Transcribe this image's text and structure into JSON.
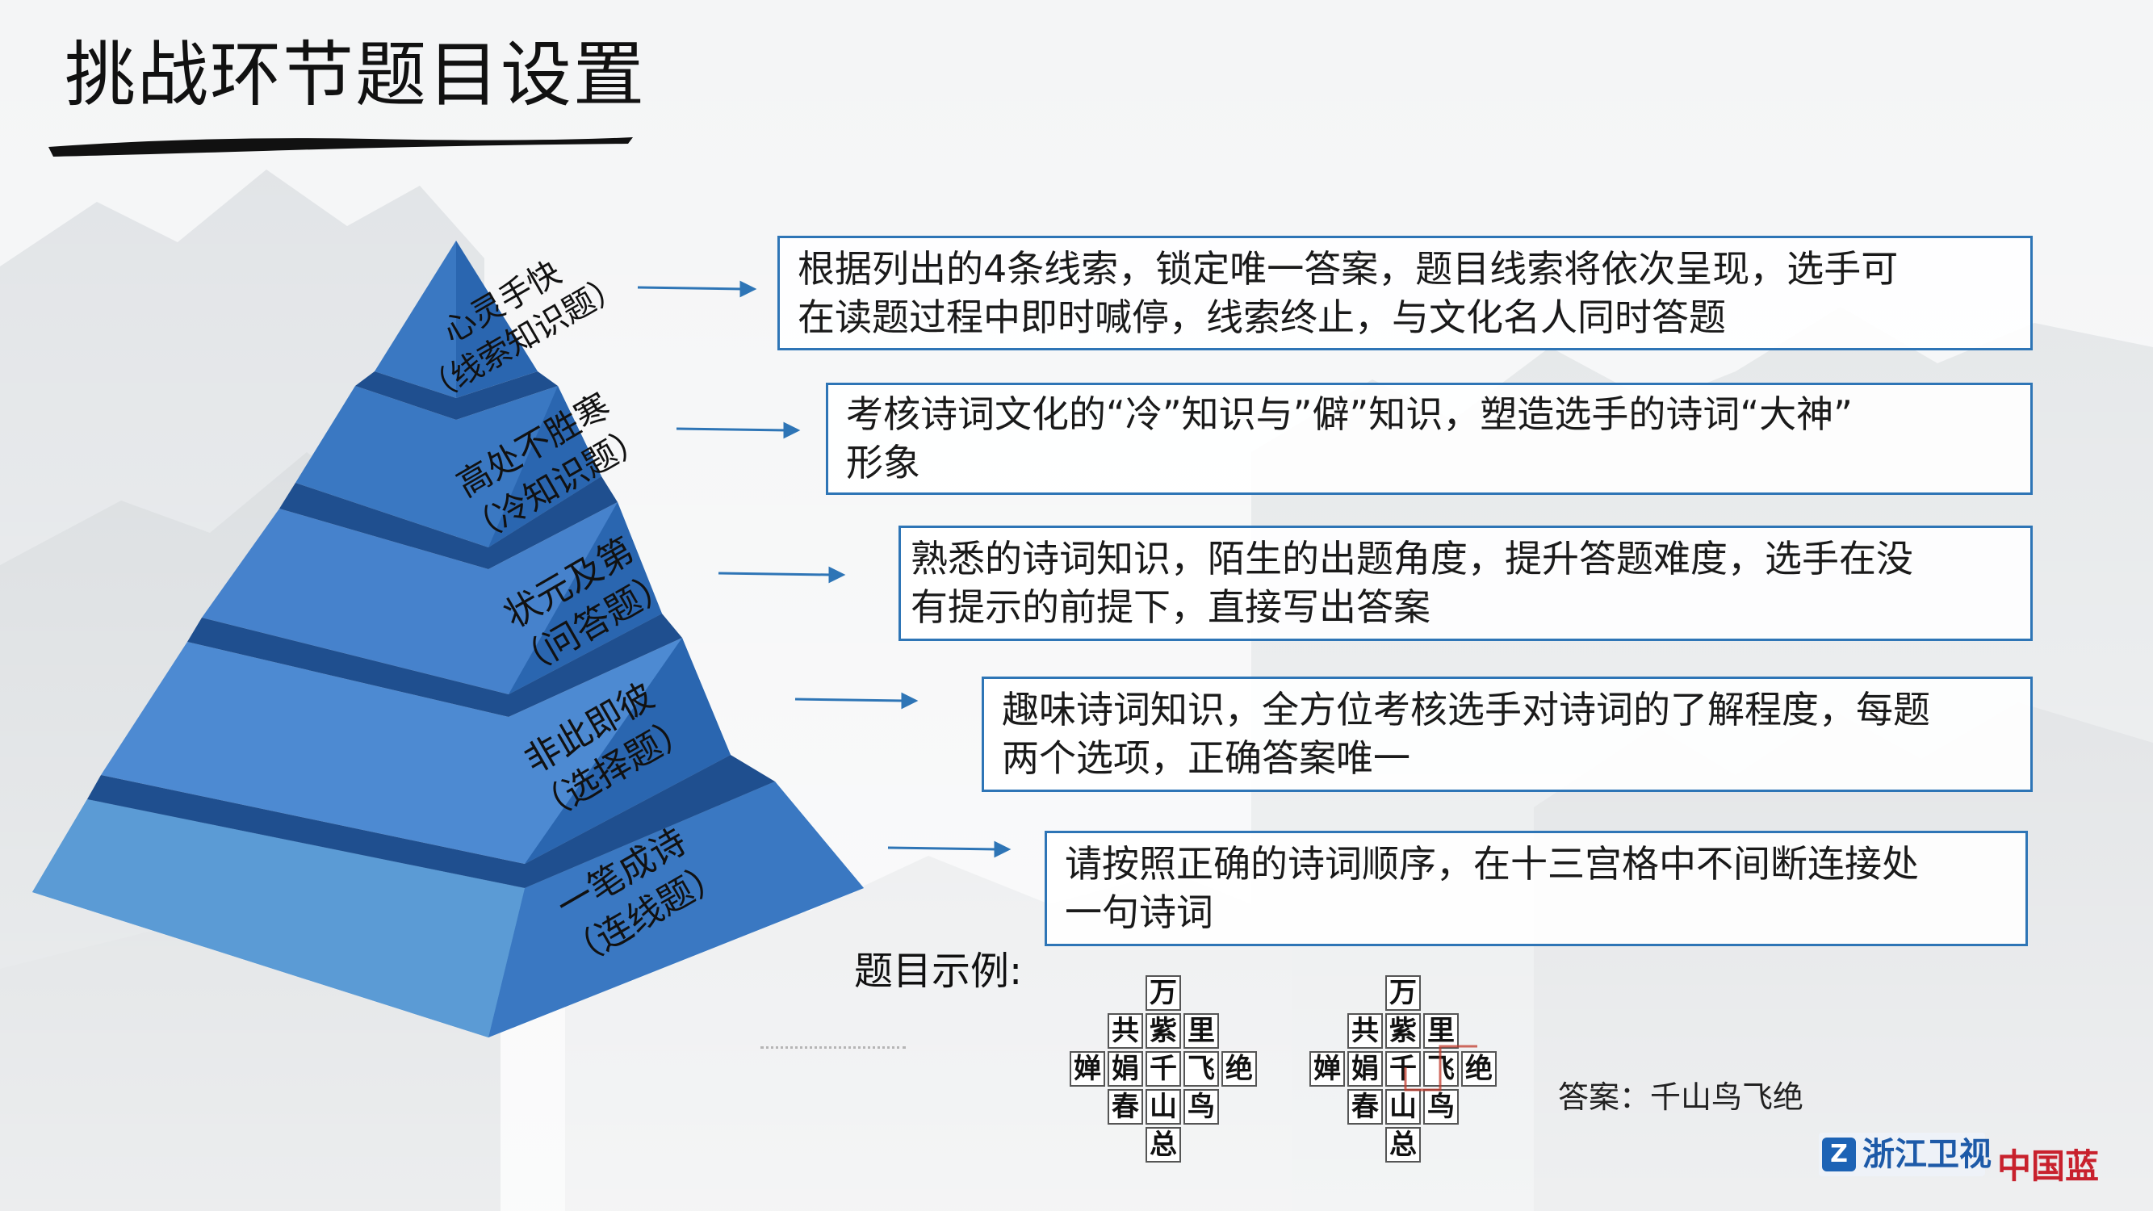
{
  "title": "挑战环节题目设置",
  "colors": {
    "pyramid_face": "#5b9bd5",
    "pyramid_side": "#2e6db4",
    "box_border": "#2e75b6",
    "arrow": "#2e75b6"
  },
  "levels": [
    {
      "name": "心灵手快",
      "type": "（线索知识题）",
      "description": [
        "根据列出的4条线索，锁定唯一答案，题目线索将依次呈现，选手可",
        "在读题过程中即时喊停，线索终止，与文化名人同时答题"
      ]
    },
    {
      "name": "高处不胜寒",
      "type": "（冷知识题）",
      "description": [
        "考核诗词文化的“冷”知识与”僻”知识，塑造选手的诗词“大神”",
        "形象"
      ]
    },
    {
      "name": "状元及第",
      "type": "（问答题）",
      "description": [
        "熟悉的诗词知识，陌生的出题角度，提升答题难度，选手在没",
        "有提示的前提下，直接写出答案"
      ]
    },
    {
      "name": "非此即彼",
      "type": "（选择题）",
      "description": [
        "趣味诗词知识，全方位考核选手对诗词的了解程度，每题",
        "两个选项，正确答案唯一"
      ]
    },
    {
      "name": "一笔成诗",
      "type": "（连线题）",
      "description": [
        "请按照正确的诗词顺序，在十三宫格中不间断连接处",
        "一句诗词"
      ]
    }
  ],
  "example": {
    "label": "题目示例:",
    "grid": [
      [
        "",
        "",
        "万",
        "",
        ""
      ],
      [
        "",
        "共",
        "紫",
        "里",
        ""
      ],
      [
        "婵",
        "娟",
        "千",
        "飞",
        "绝"
      ],
      [
        "",
        "春",
        "山",
        "鸟",
        ""
      ],
      [
        "",
        "",
        "总",
        "",
        ""
      ]
    ],
    "answer": "答案：千山鸟飞绝"
  },
  "logos": {
    "channel_mark": "Z",
    "channel": "浙江卫视",
    "brand": "中国蓝"
  }
}
